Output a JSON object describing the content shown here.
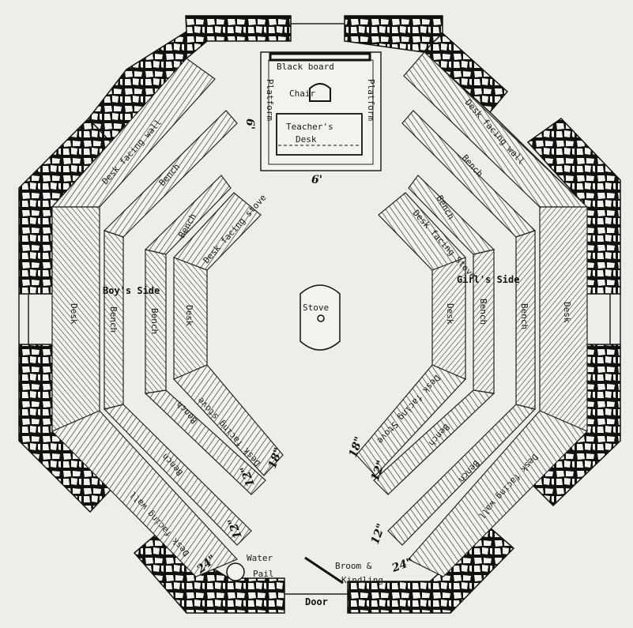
{
  "labels": {
    "blackboard": "Black board",
    "chair": "Chair",
    "platform_left": "Platform",
    "platform_right": "Platform",
    "teachers_desk_1": "Teacher's",
    "teachers_desk_2": "Desk",
    "six_ft_side": "6'",
    "six_ft_bottom": "6'",
    "stove": "Stove",
    "boys_side": "Boy's Side",
    "girls_side": "Girl's Side",
    "desk_facing_wall_nw": "Desk facing wall",
    "desk_facing_wall_ne": "Desk facing wall",
    "desk_facing_wall_sw": "Desk facing wall",
    "desk_facing_wall_se": "Desk facing wall",
    "bench_nw": "Bench",
    "bench_ne": "Bench",
    "bench_sw": "Bench",
    "bench_se": "Bench",
    "bench_inner_nw": "Bench",
    "bench_inner_ne": "Bench",
    "bench_inner_sw": "Bench",
    "bench_inner_se": "Bench",
    "desk_facing_stove_nw": "Desk facing stove",
    "desk_facing_stove_ne": "Desk facing Stove",
    "desk_facing_stove_sw": "Desk facing stove",
    "desk_facing_stove_se": "Desk facing Stove",
    "desk_left_outer": "Desk",
    "bench_left_outer": "Bench",
    "bench_left_inner": "Bench",
    "desk_left_inner": "Desk",
    "desk_right_inner": "Desk",
    "bench_right_inner": "Bench",
    "bench_right_outer": "Bench",
    "desk_right_outer": "Desk",
    "dim_18_left": "18\"",
    "dim_12_left": "12\"",
    "dim_12_left_b": "12\"",
    "dim_24_left": "24\"",
    "dim_18_right": "18\"",
    "dim_12_right": "12\"",
    "dim_12_right_b": "12\"",
    "dim_24_right": "24\"",
    "water_pail_1": "Water",
    "water_pail_2": "Pail",
    "broom_1": "Broom &",
    "broom_2": "Kindling",
    "door": "Door"
  },
  "colors": {
    "ink": "#1a1a1a",
    "paper": "#eeede8",
    "stone_fill": "#f2f1ec"
  },
  "icons": [
    "stone-wall-texture",
    "hatching-pattern",
    "stove-circle",
    "water-pail-circle"
  ]
}
